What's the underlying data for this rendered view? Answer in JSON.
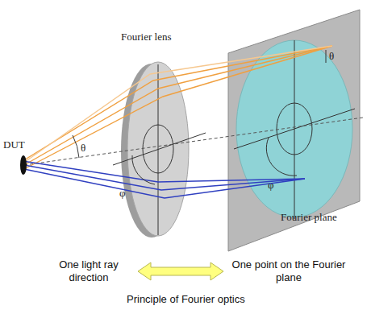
{
  "diagram": {
    "caption": "Principle of Fourier optics",
    "nodes": [
      {
        "text": [
          "One light ray direction"
        ]
      },
      {
        "text": [
          "One point on the Fourier plane"
        ]
      }
    ],
    "edges": [
      {
        "from": 0,
        "to": 1,
        "arrow": "both"
      }
    ],
    "labels": [
      "Fourier lens",
      "DUT",
      "θ",
      "φ",
      "θ",
      "φ",
      "Fourier plane"
    ]
  }
}
